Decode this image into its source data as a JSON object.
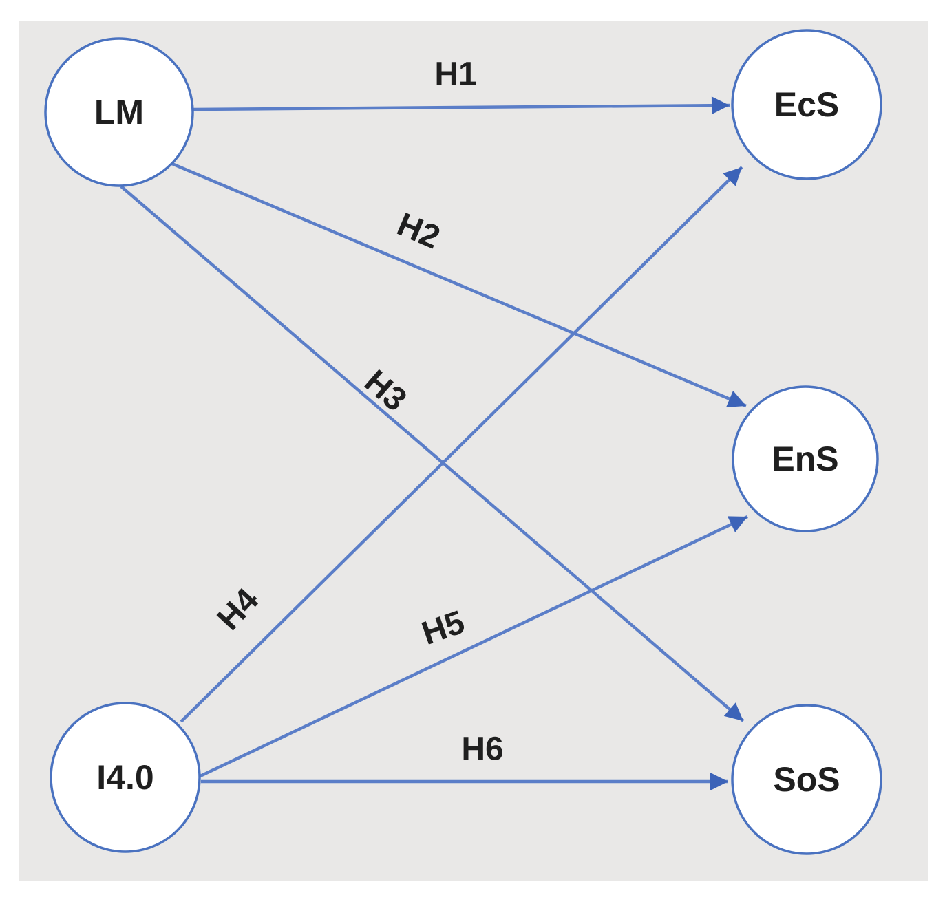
{
  "diagram": {
    "type": "path-model",
    "nodes": [
      {
        "id": "LM",
        "label": "LM"
      },
      {
        "id": "I4.0",
        "label": "I4.0"
      },
      {
        "id": "EcS",
        "label": "EcS"
      },
      {
        "id": "EnS",
        "label": "EnS"
      },
      {
        "id": "SoS",
        "label": "SoS"
      }
    ],
    "edges": [
      {
        "id": "H1",
        "label": "H1",
        "from": "LM",
        "to": "EcS"
      },
      {
        "id": "H2",
        "label": "H2",
        "from": "LM",
        "to": "EnS"
      },
      {
        "id": "H3",
        "label": "H3",
        "from": "LM",
        "to": "SoS"
      },
      {
        "id": "H4",
        "label": "H4",
        "from": "I4.0",
        "to": "EcS"
      },
      {
        "id": "H5",
        "label": "H5",
        "from": "I4.0",
        "to": "EnS"
      },
      {
        "id": "H6",
        "label": "H6",
        "from": "I4.0",
        "to": "SoS"
      }
    ]
  },
  "colors": {
    "page_background": "#ffffff",
    "panel_background": "#e9e8e7",
    "connector_blue": "#5b7ec8",
    "node_border_blue": "#4a72c0",
    "arrowhead_blue": "#3c63b8",
    "node_fill": "#ffffff",
    "text_color": "#1f1f1f"
  }
}
